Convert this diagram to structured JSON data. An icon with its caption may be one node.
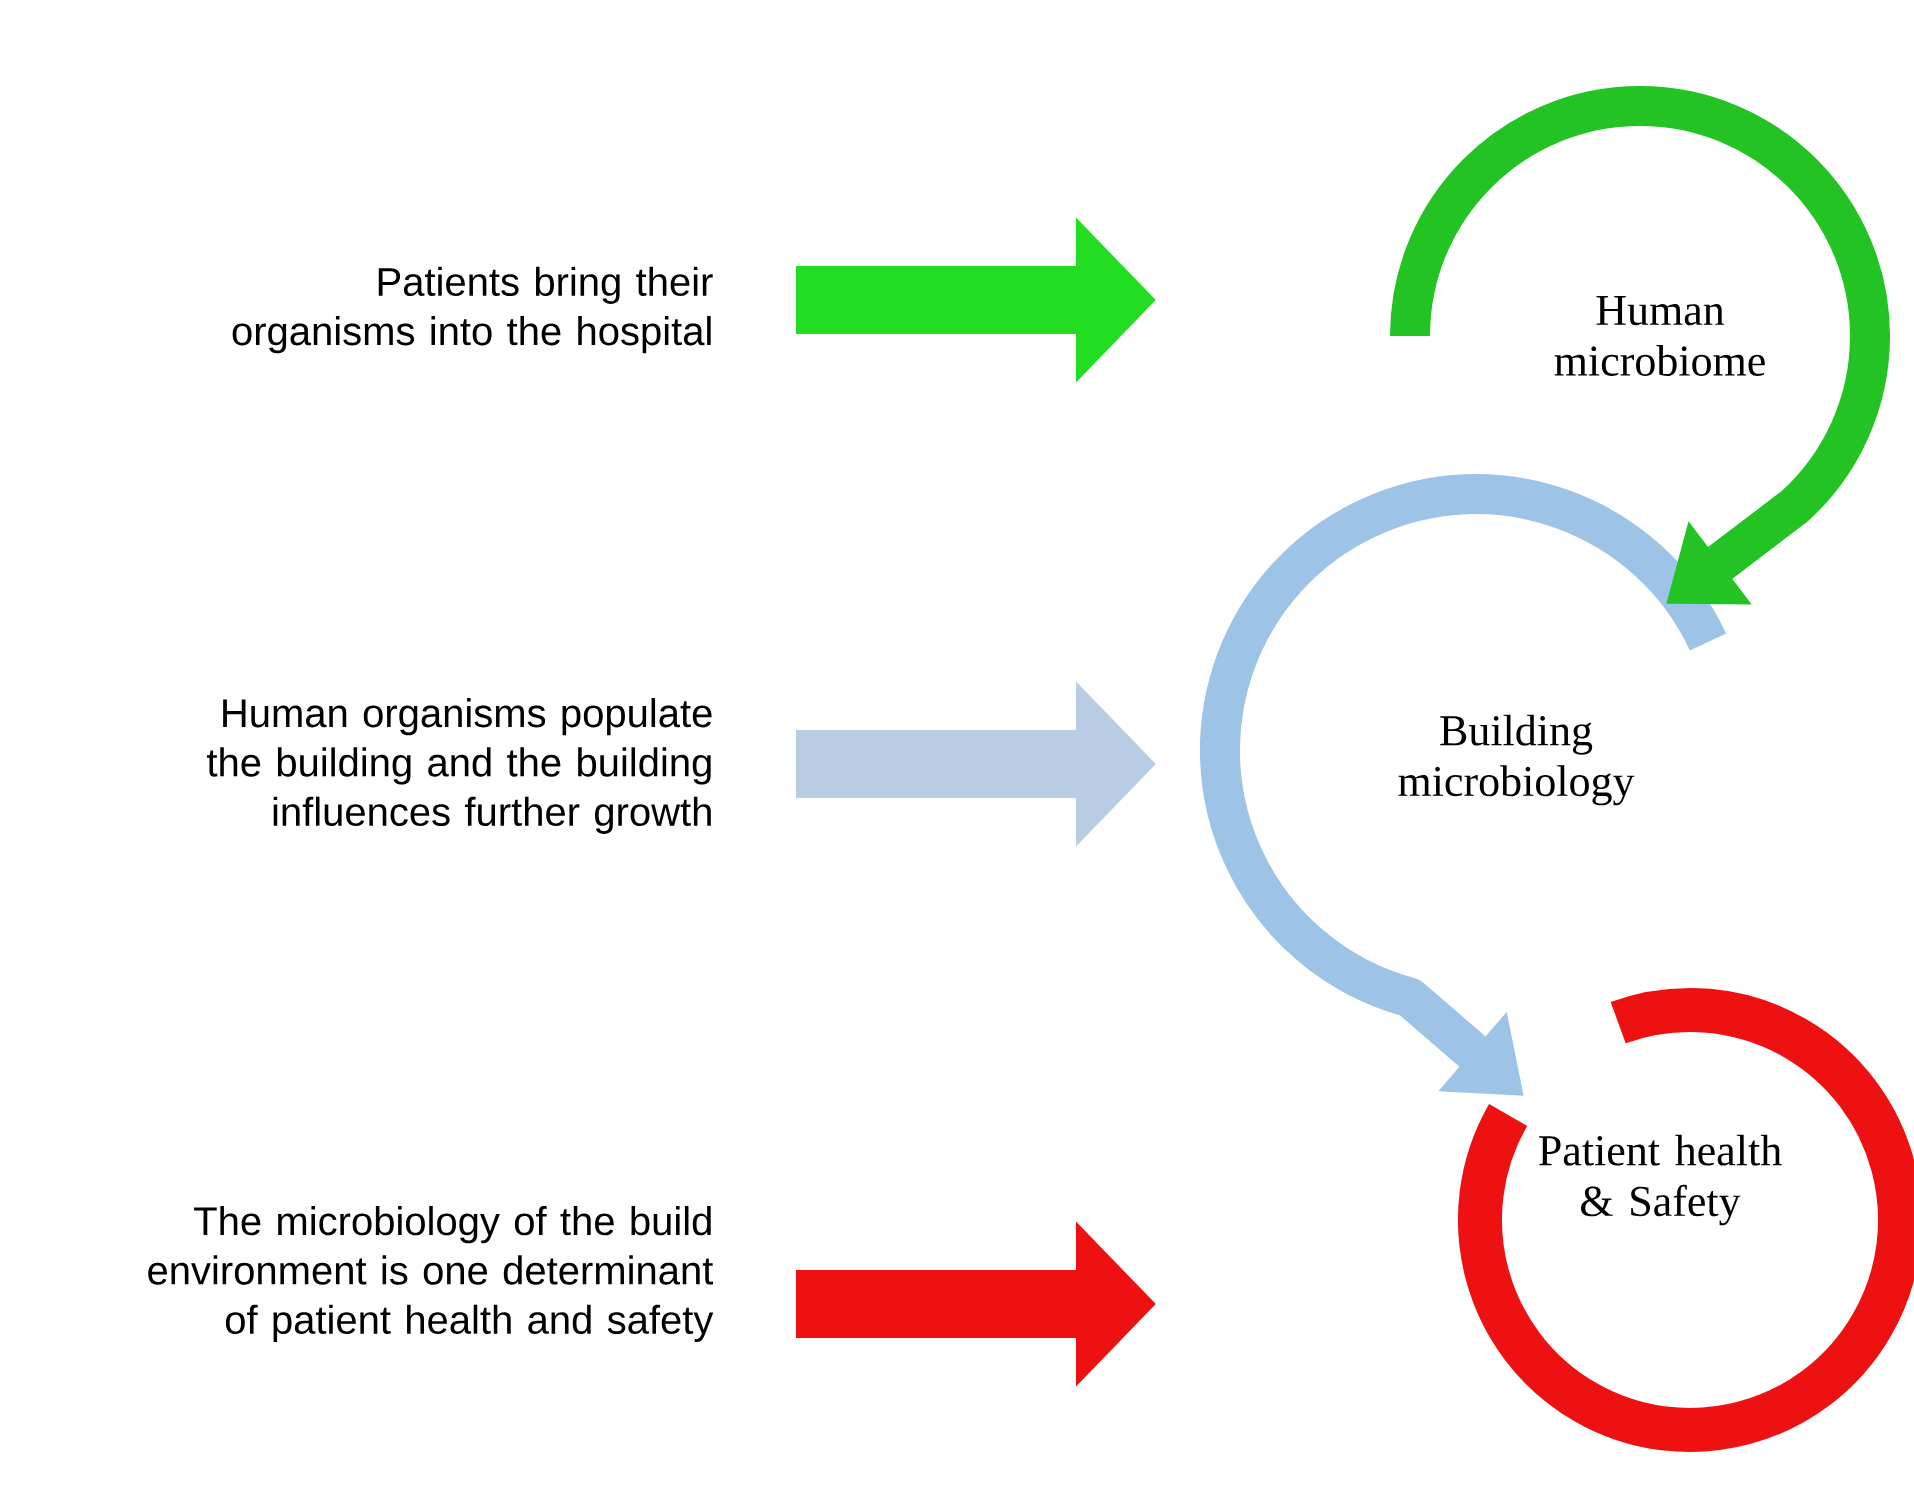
{
  "diagram": {
    "nodes": [
      {
        "text": [
          "Patients bring their organisms into the hospital"
        ]
      },
      {
        "text": [
          "Human microbiome"
        ]
      },
      {
        "text": [
          "Human organisms populate the building and the building influences further growth"
        ]
      },
      {
        "text": [
          "Building microbiology"
        ]
      },
      {
        "text": [
          "The microbiology of the build environment is one determinant of patient health and safety"
        ]
      },
      {
        "text": [
          "Patient health & Safety"
        ]
      }
    ],
    "edges": [
      {
        "from": 0,
        "to": null,
        "arrow": "to",
        "color": "#22dd22"
      },
      {
        "from": 2,
        "to": null,
        "arrow": "to",
        "color": "#b8cce4"
      },
      {
        "from": 4,
        "to": null,
        "arrow": "to",
        "color": "#ee1111"
      },
      {
        "from": 1,
        "to": 3,
        "arrow": "to",
        "color": "#22c322"
      },
      {
        "from": 3,
        "to": 5,
        "arrow": "to",
        "color": "#9dc3e6"
      }
    ]
  }
}
